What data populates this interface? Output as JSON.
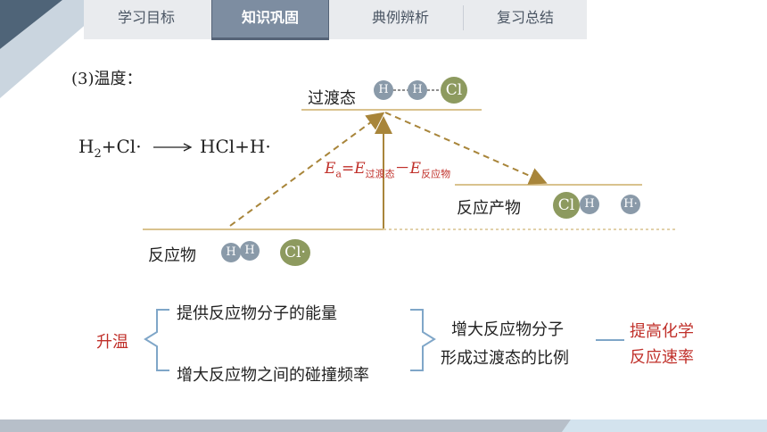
{
  "tabs": [
    {
      "label": "学习目标",
      "active": false
    },
    {
      "label": "知识巩固",
      "active": true
    },
    {
      "label": "典例辨析",
      "active": false
    },
    {
      "label": "复习总结",
      "active": false
    }
  ],
  "section_title": "(3)温度：",
  "equation": {
    "h": "H",
    "sub2": "2",
    "rest": "+Cl·",
    "arrow": "⟶",
    "product": "HCl+H·"
  },
  "transition_state": {
    "label": "过渡态",
    "atoms": [
      "H",
      "H",
      "Cl"
    ]
  },
  "reactants": {
    "label": "反应物",
    "atoms": [
      "H",
      "H",
      "Cl·"
    ]
  },
  "products": {
    "label": "反应产物",
    "atoms": [
      "Cl",
      "H",
      "H·"
    ]
  },
  "activation_formula": {
    "E1": "E",
    "a": "a",
    "eq": "=",
    "E2": "E",
    "sub2": "过渡态",
    "minus": "－",
    "E3": "E",
    "sub3": "反应物"
  },
  "diagram": {
    "heat_label": "升温",
    "cause1": "提供反应物分子的能量",
    "cause2": "增大反应物之间的碰撞频率",
    "effect_line1": "增大反应物分子",
    "effect_line2": "形成过渡态的比例",
    "result_line1": "提高化学",
    "result_line2": "反应速率"
  },
  "colors": {
    "accent_red": "#c0302a",
    "tab_active": "#7d8da1",
    "level_line": "#d9c28e",
    "arrow": "#a8853a",
    "bracket": "#7fa6c8"
  }
}
